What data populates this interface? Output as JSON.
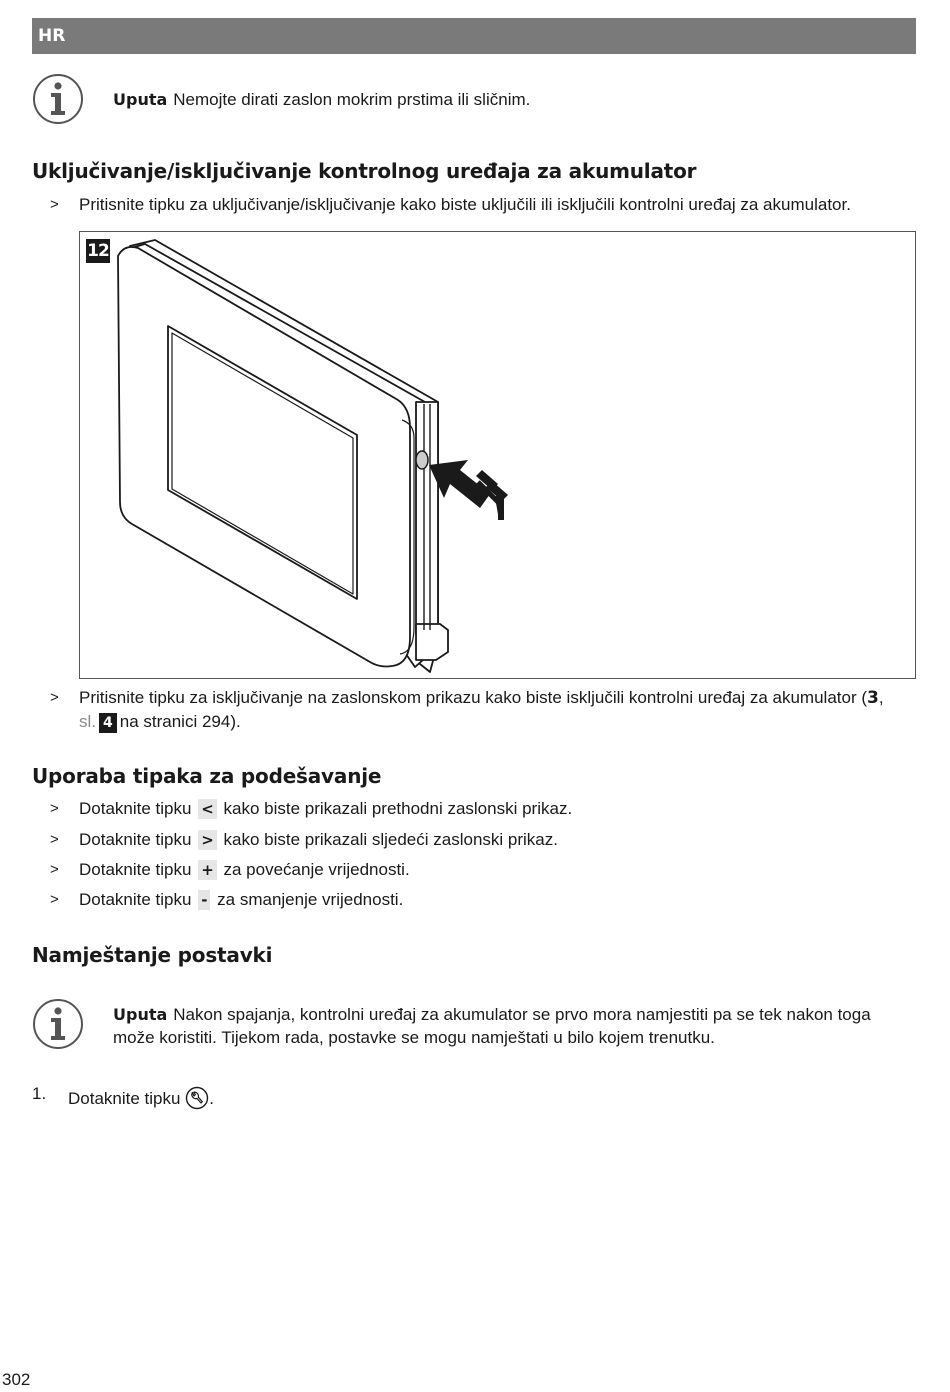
{
  "header": {
    "language": "HR"
  },
  "note1": {
    "label": "Uputa",
    "text": "Nemojte dirati zaslon mokrim prstima ili sličnim."
  },
  "section1": {
    "title": "Uključivanje/isključivanje kontrolnog uređaja za akumulator",
    "step1": "Pritisnite tipku za uključivanje/isključivanje kako biste uključili ili isključili kontrolni uređaj za akumulator.",
    "figure_number": "12",
    "step2": {
      "text_a": "Pritisnite tipku za isključivanje na zaslonskom prikazu kako biste isključili kontrolni uređaj za akumulator (",
      "ref_bold": "3",
      "text_b": ",",
      "fig_label": "sl.",
      "fig_num": "4",
      "text_c": "na stranici 294)."
    }
  },
  "section2": {
    "title": "Uporaba tipaka za podešavanje",
    "steps": [
      {
        "pre": "Dotaknite tipku",
        "key": "<",
        "post": "kako biste prikazali prethodni zaslonski prikaz."
      },
      {
        "pre": "Dotaknite tipku",
        "key": ">",
        "post": "kako biste prikazali sljedeći zaslonski prikaz."
      },
      {
        "pre": "Dotaknite tipku",
        "key": "+",
        "post": "za povećanje vrijednosti."
      },
      {
        "pre": "Dotaknite tipku",
        "key": "-",
        "post": "za smanjenje vrijednosti."
      }
    ]
  },
  "section3": {
    "title": "Namještanje postavki",
    "note": {
      "label": "Uputa",
      "text": "Nakon spajanja, kontrolni uređaj za akumulator se prvo mora namjestiti pa se tek nakon toga može koristiti. Tijekom rada, postavke se mogu namještati u bilo kojem trenutku."
    },
    "numbered_step": {
      "number": "1.",
      "text": "Dotaknite tipku",
      "icon": "settings-wrench-icon",
      "end": "."
    }
  },
  "step_marker": ">",
  "page_number": "302"
}
